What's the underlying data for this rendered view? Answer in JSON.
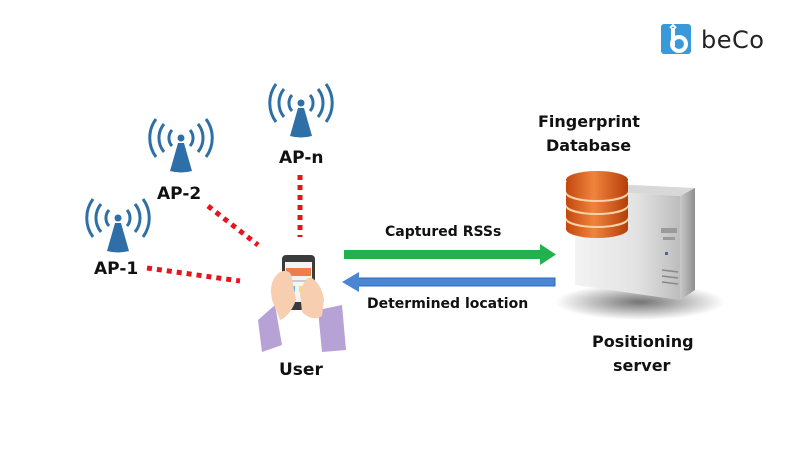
{
  "logo": {
    "text": "beCo",
    "icon": "beco-logo-icon",
    "color": "#3a9ad9"
  },
  "access_points": [
    {
      "id": "ap1",
      "label": "AP-1",
      "icon": "wifi-antenna-icon"
    },
    {
      "id": "ap2",
      "label": "AP-2",
      "icon": "wifi-antenna-icon"
    },
    {
      "id": "apn",
      "label": "AP-n",
      "icon": "wifi-antenna-icon"
    }
  ],
  "user": {
    "label": "User",
    "icon": "smartphone-in-hands-icon"
  },
  "arrows": {
    "captured": {
      "label": "Captured RSSs",
      "color": "#22b14c",
      "direction": "right"
    },
    "determined": {
      "label": "Determined location",
      "color": "#4a86d4",
      "direction": "left"
    }
  },
  "database": {
    "label_line1": "Fingerprint",
    "label_line2": "Database",
    "icon": "database-icon",
    "color": "#e0661e"
  },
  "server": {
    "label_line1": "Positioning",
    "label_line2": "server",
    "icon": "server-tower-icon"
  },
  "colors": {
    "antenna": "#2e6fa7",
    "signal_link": "#e8141c"
  }
}
